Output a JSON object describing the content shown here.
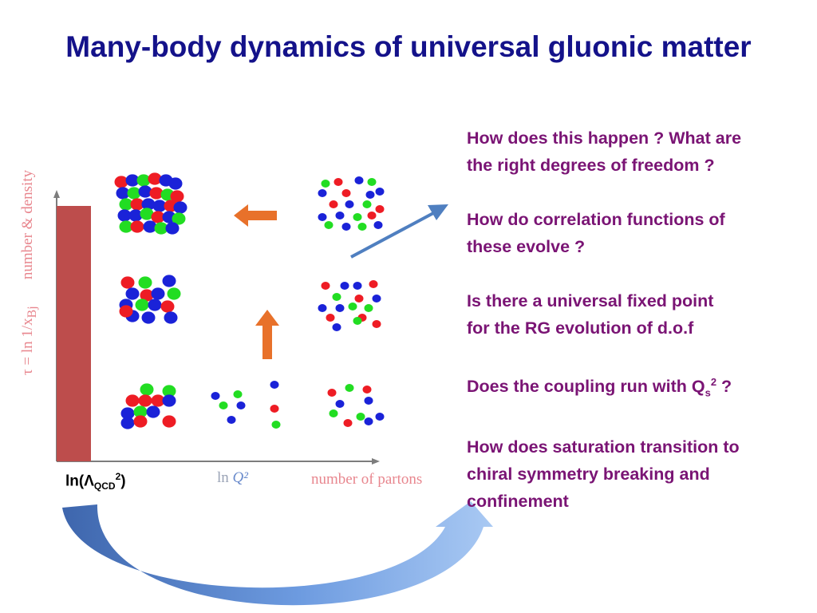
{
  "title": "Many-body dynamics of universal gluonic matter",
  "questions": [
    {
      "lines": [
        "How does this happen ? What are",
        "the right degrees of freedom ?"
      ]
    },
    {
      "lines": [
        "How do correlation functions of",
        "these evolve ?"
      ]
    },
    {
      "lines": [
        "Is there a universal fixed point",
        "for the RG evolution of d.o.f"
      ]
    },
    {
      "pre": "Does the coupling run with Q",
      "sub": "s",
      "sup": "2",
      "post": " ?"
    },
    {
      "lines": [
        "How does saturation transition to",
        "chiral symmetry breaking and",
        "confinement"
      ]
    }
  ],
  "axis": {
    "y_label": "τ = ln 1/x",
    "y_label_sub": "Bj",
    "y_label_extra": "number & density",
    "x_label_1": "ln",
    "x_label_1_var": "Q²",
    "x_label_2": "number of partons",
    "lambda_pre": "ln(Λ",
    "lambda_sub": "QCD",
    "lambda_sup": "2",
    "lambda_post": ")"
  },
  "colors": {
    "title": "#14128a",
    "question_text": "#7a1474",
    "bar": "#bd4d4c",
    "orange_arrow": "#e8712a",
    "blue_arrow": "#4f7fc0",
    "parton_red": "#ee1c24",
    "parton_green": "#22dd22",
    "parton_blue": "#1a22d8"
  }
}
